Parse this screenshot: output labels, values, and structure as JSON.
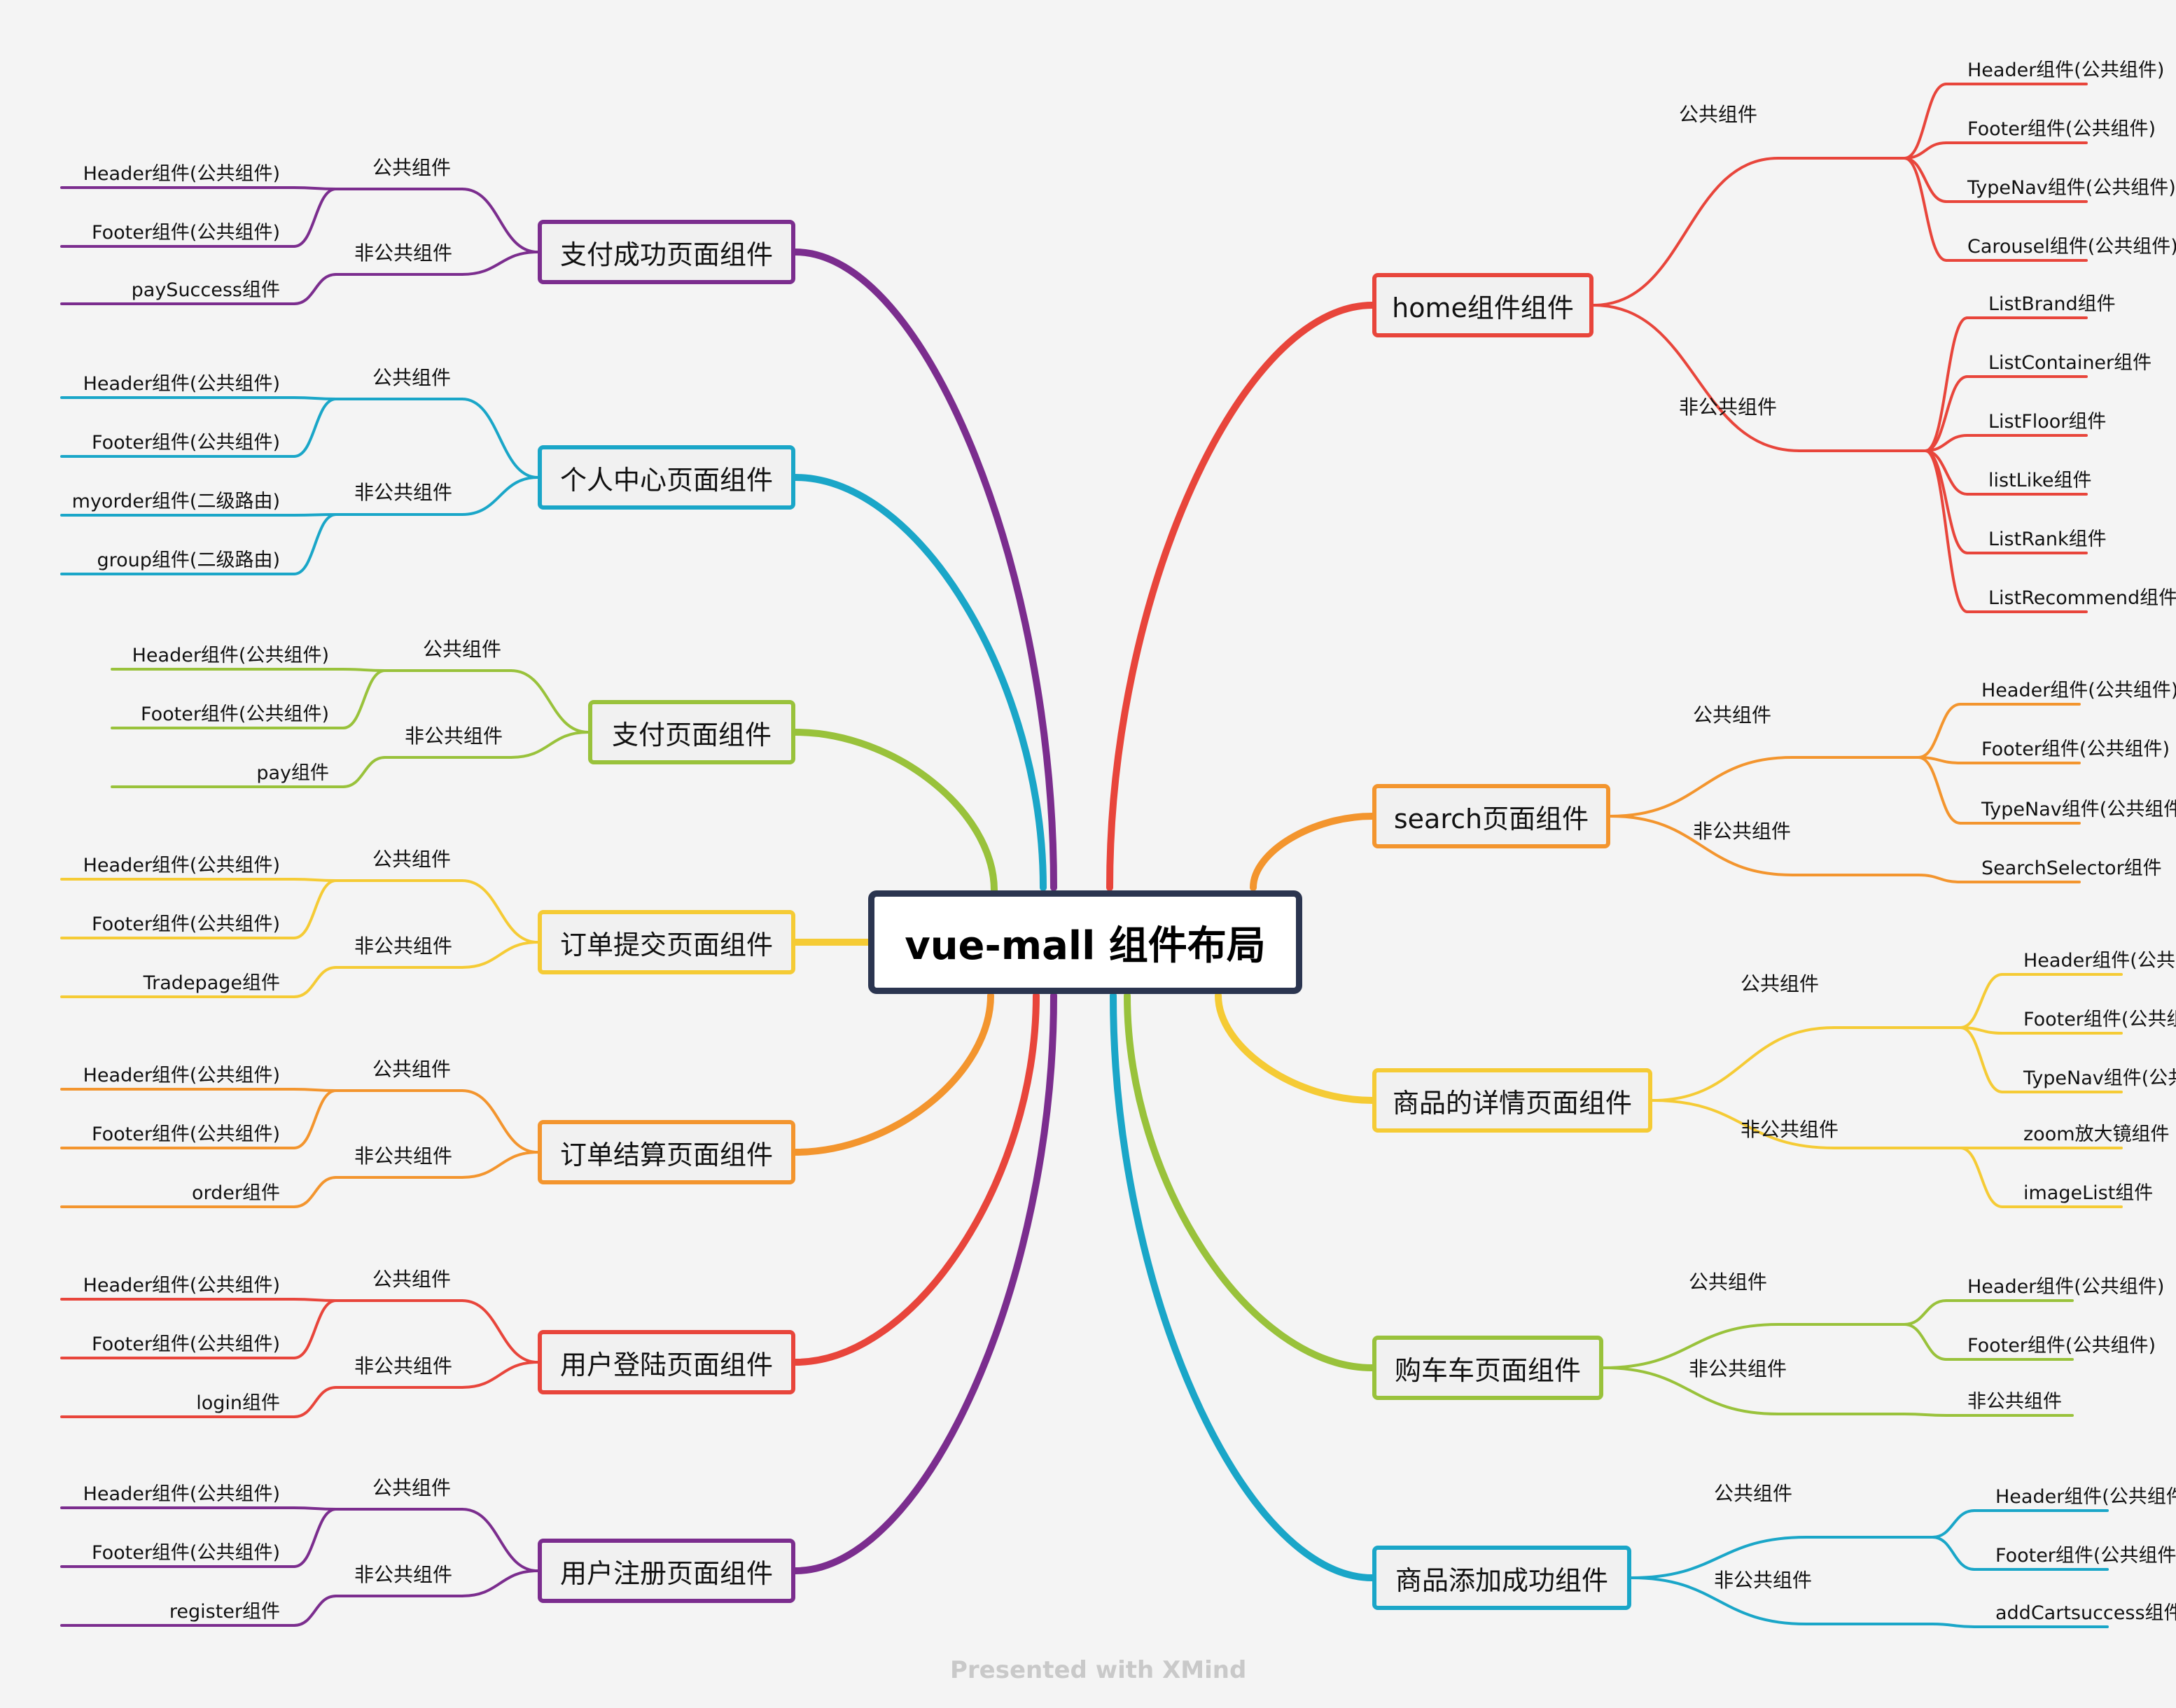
{
  "root": {
    "title": "vue-mall 组件布局"
  },
  "footer": {
    "text": "Presented with XMind"
  },
  "branches": [
    {
      "title": "支付成功页面组件",
      "color": "#7b2d8e",
      "side": "left",
      "groups": [
        {
          "label": "公共组件",
          "items": [
            "Header组件(公共组件)",
            "Footer组件(公共组件)"
          ]
        },
        {
          "label": "非公共组件",
          "items": [
            "paySuccess组件"
          ]
        }
      ]
    },
    {
      "title": "个人中心页面组件",
      "color": "#1aa6c8",
      "side": "left",
      "groups": [
        {
          "label": "公共组件",
          "items": [
            "Header组件(公共组件)",
            "Footer组件(公共组件)"
          ]
        },
        {
          "label": "非公共组件",
          "items": [
            "myorder组件(二级路由)",
            "group组件(二级路由)"
          ]
        }
      ]
    },
    {
      "title": "支付页面组件",
      "color": "#99c23b",
      "side": "left",
      "groups": [
        {
          "label": "公共组件",
          "items": [
            "Header组件(公共组件)",
            "Footer组件(公共组件)"
          ]
        },
        {
          "label": "非公共组件",
          "items": [
            "pay组件"
          ]
        }
      ]
    },
    {
      "title": "订单提交页面组件",
      "color": "#f5cb35",
      "side": "left",
      "groups": [
        {
          "label": "公共组件",
          "items": [
            "Header组件(公共组件)",
            "Footer组件(公共组件)"
          ]
        },
        {
          "label": "非公共组件",
          "items": [
            "Tradepage组件"
          ]
        }
      ]
    },
    {
      "title": "订单结算页面组件",
      "color": "#f3952e",
      "side": "left",
      "groups": [
        {
          "label": "公共组件",
          "items": [
            "Header组件(公共组件)",
            "Footer组件(公共组件)"
          ]
        },
        {
          "label": "非公共组件",
          "items": [
            "order组件"
          ]
        }
      ]
    },
    {
      "title": "用户登陆页面组件",
      "color": "#e8453b",
      "side": "left",
      "groups": [
        {
          "label": "公共组件",
          "items": [
            "Header组件(公共组件)",
            "Footer组件(公共组件)"
          ]
        },
        {
          "label": "非公共组件",
          "items": [
            "login组件"
          ]
        }
      ]
    },
    {
      "title": "用户注册页面组件",
      "color": "#7b2d8e",
      "side": "left",
      "groups": [
        {
          "label": "公共组件",
          "items": [
            "Header组件(公共组件)",
            "Footer组件(公共组件)"
          ]
        },
        {
          "label": "非公共组件",
          "items": [
            "register组件"
          ]
        }
      ]
    },
    {
      "title": "home组件组件",
      "color": "#e8453b",
      "side": "right",
      "groups": [
        {
          "label": "公共组件",
          "items": [
            "Header组件(公共组件)",
            "Footer组件(公共组件)",
            "TypeNav组件(公共组件)",
            "Carousel组件(公共组件)"
          ]
        },
        {
          "label": "非公共组件",
          "items": [
            "ListBrand组件",
            "ListContainer组件",
            "ListFloor组件",
            "listLike组件",
            "ListRank组件",
            "ListRecommend组件"
          ]
        }
      ]
    },
    {
      "title": "search页面组件",
      "color": "#f3952e",
      "side": "right",
      "groups": [
        {
          "label": "公共组件",
          "items": [
            "Header组件(公共组件)",
            "Footer组件(公共组件)",
            "TypeNav组件(公共组件)"
          ]
        },
        {
          "label": "非公共组件",
          "items": [
            "SearchSelector组件"
          ]
        }
      ]
    },
    {
      "title": "商品的详情页面组件",
      "color": "#f5cb35",
      "side": "right",
      "groups": [
        {
          "label": "公共组件",
          "items": [
            "Header组件(公共组件)",
            "Footer组件(公共组件)",
            "TypeNav组件(公共组件)"
          ]
        },
        {
          "label": "非公共组件",
          "items": [
            "zoom放大镜组件",
            "imageList组件"
          ]
        }
      ]
    },
    {
      "title": "购车车页面组件",
      "color": "#99c23b",
      "side": "right",
      "groups": [
        {
          "label": "公共组件",
          "items": [
            "Header组件(公共组件)",
            "Footer组件(公共组件)"
          ]
        },
        {
          "label": "非公共组件",
          "items": [
            "非公共组件"
          ]
        }
      ]
    },
    {
      "title": "商品添加成功组件",
      "color": "#1aa6c8",
      "side": "right",
      "groups": [
        {
          "label": "公共组件",
          "items": [
            "Header组件(公共组件)",
            "Footer组件(公共组件)"
          ]
        },
        {
          "label": "非公共组件",
          "items": [
            "addCartsuccess组件"
          ]
        }
      ]
    }
  ]
}
